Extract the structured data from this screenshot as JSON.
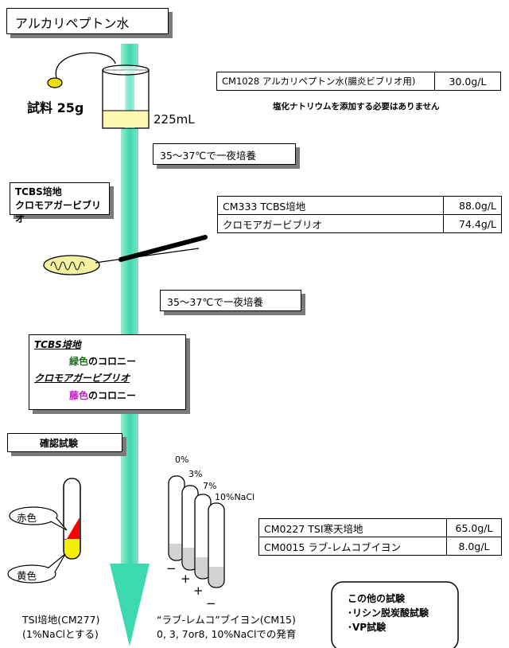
{
  "title": "アルカリペプトン水",
  "sample_label": "試料  25g",
  "volume_label": "225mL",
  "incubation_1": "35〜37℃で一夜培養",
  "incubation_2": "35〜37℃で一夜培養",
  "media_heading": [
    "TCBS培地",
    "クロモアガービブリオ"
  ],
  "table1": {
    "product": "CM1028 アルカリペプトン水(腸炎ビブリオ用)",
    "amount": "30.0g/L"
  },
  "salt_note": "塩化ナトリウムを添加する必要はありません",
  "table2": [
    {
      "product": "CM333   TCBS培地",
      "amount": "88.0g/L"
    },
    {
      "product": "クロモアガービブリオ",
      "amount": "74.4g/L"
    }
  ],
  "colony_box": {
    "tcbs_label": "TCBS培地",
    "tcbs_color_word": "緑色",
    "tcbs_suffix": "のコロニー",
    "chrom_label": "クロモアガービブリオ",
    "chrom_color_word": "藤色",
    "chrom_suffix": "のコロニー",
    "green": "#1a6b1a",
    "mauve": "#c020c0"
  },
  "confirm_label": "確認試験",
  "nacl_labels": [
    "0%",
    "3%",
    "7%",
    "10%NaCl"
  ],
  "sign_labels": [
    "−",
    "+",
    "+",
    "−"
  ],
  "callout_red": "赤色",
  "callout_yellow": "黄色",
  "table3": [
    {
      "product": "CM0227   TSI寒天培地",
      "amount": "65.0g/L"
    },
    {
      "product": "CM0015   ラブ-レムコブイヨン",
      "amount": "8.0g/L"
    }
  ],
  "other_tests": {
    "title": "この他の試験",
    "items": [
      "･リシン脱炭酸試験",
      "･VP試験"
    ]
  },
  "tsi_caption": [
    "TSI培地(CM277)",
    "(1%NaClとする)"
  ],
  "broth_caption": [
    "“ラブ-レムコ”ブイヨン(CM15)",
    "0, 3, 7or8, 10%NaClでの発育"
  ],
  "colors": {
    "arrow": "#3dd9b0",
    "yellow_medium": "#f5f000",
    "red_slant": "#ff0000",
    "yellow_pale": "#fbf7b0",
    "tube_liquid": "#d2d2d2"
  }
}
